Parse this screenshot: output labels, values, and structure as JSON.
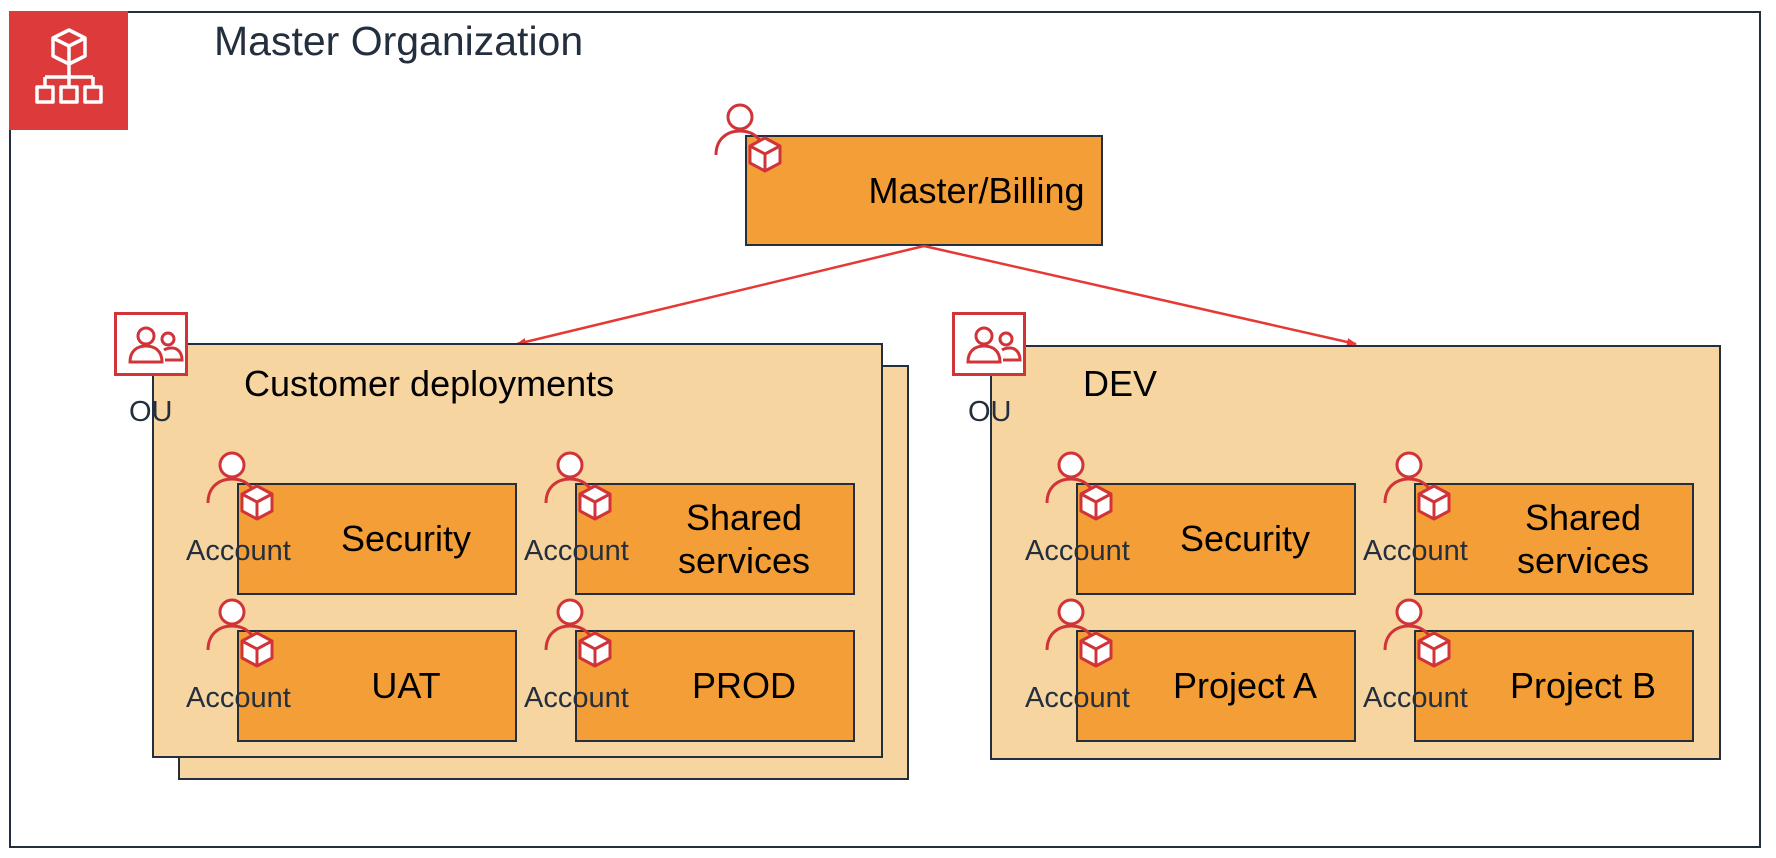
{
  "diagram": {
    "title": "Master Organization",
    "master_account": {
      "label": "Master/Billing"
    },
    "ou_label": "OU",
    "account_label": "Account",
    "ous": [
      {
        "title": "Customer deployments",
        "accounts": [
          "Security",
          "Shared services",
          "UAT",
          "PROD"
        ]
      },
      {
        "title": "DEV",
        "accounts": [
          "Security",
          "Shared services",
          "Project A",
          "Project B"
        ]
      }
    ]
  },
  "colors": {
    "account_fill": "#f39e36",
    "ou_fill": "#f7d5a0",
    "icon_red": "#d13438",
    "org_icon_bg": "#dd3b3b",
    "border": "#232f3e",
    "arrow": "#e53935"
  },
  "icons": [
    "organizations-icon",
    "account-icon",
    "organizational-unit-icon"
  ]
}
